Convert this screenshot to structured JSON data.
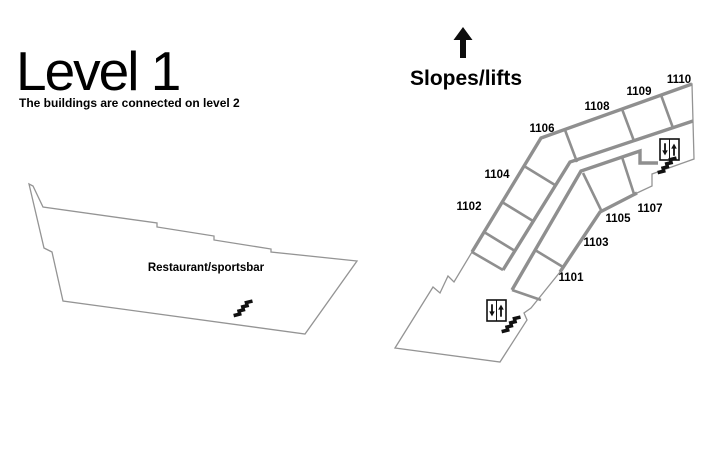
{
  "page": {
    "title": "Level 1",
    "subtitle": "The buildings are connected on level 2"
  },
  "direction": {
    "label": "Slopes/lifts",
    "icon": "arrow-up"
  },
  "colors": {
    "background": "#ffffff",
    "wall": "#8f8f8f",
    "text": "#000000",
    "icon": "#000000"
  },
  "buildings": {
    "restaurant": {
      "label": "Restaurant/sportsbar",
      "features": [
        "stairs"
      ]
    },
    "lodging": {
      "rooms": [
        "1101",
        "1102",
        "1103",
        "1104",
        "1105",
        "1106",
        "1107",
        "1108",
        "1109",
        "1110"
      ],
      "features": [
        "lift",
        "stairs",
        "lift",
        "stairs"
      ]
    }
  }
}
